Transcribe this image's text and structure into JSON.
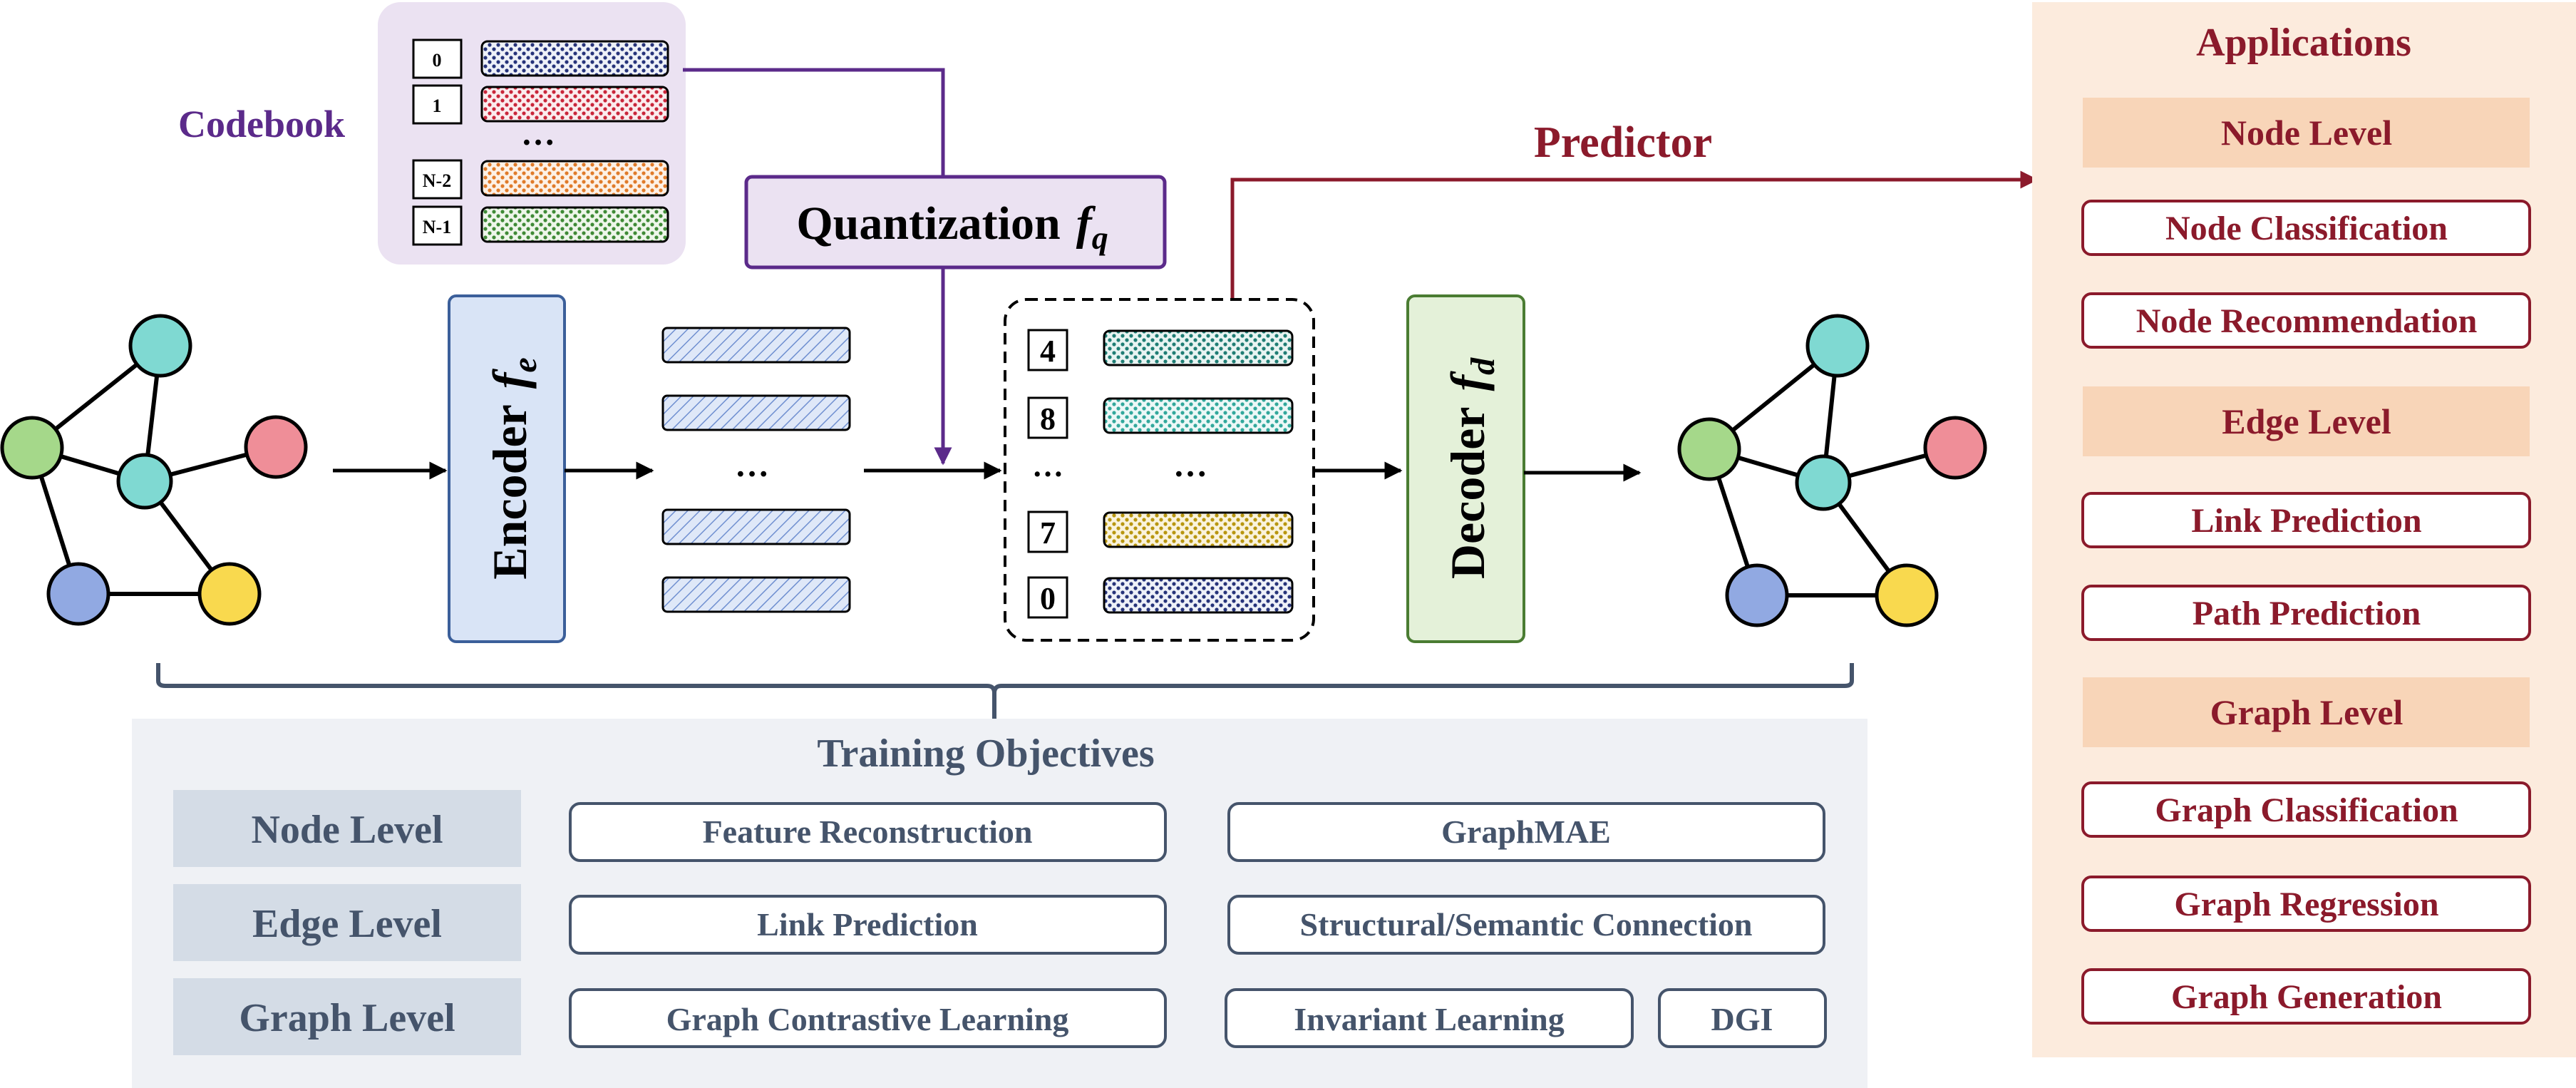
{
  "codebook": {
    "label": "Codebook",
    "rows": [
      "0",
      "1",
      "N-2",
      "N-1"
    ],
    "ellipsis": "…"
  },
  "quantization": {
    "label": "Quantization",
    "symbol": "f",
    "subscript": "q"
  },
  "predictor": {
    "label": "Predictor"
  },
  "encoder": {
    "label": "Encoder",
    "symbol": "f",
    "subscript": "e"
  },
  "decoder": {
    "label": "Decoder",
    "symbol": "f",
    "subscript": "d"
  },
  "embeddings": {
    "ellipsis": "…"
  },
  "quantized": {
    "indices": [
      "4",
      "8",
      "7",
      "0"
    ],
    "index_ellipsis": "…",
    "vector_ellipsis": "…"
  },
  "training": {
    "title": "Training Objectives",
    "rows": [
      {
        "level": "Node Level",
        "items": [
          "Feature Reconstruction",
          "GraphMAE"
        ]
      },
      {
        "level": "Edge Level",
        "items": [
          "Link Prediction",
          "Structural/Semantic Connection"
        ]
      },
      {
        "level": "Graph Level",
        "items": [
          "Graph Contrastive Learning",
          "Invariant Learning",
          "DGI"
        ]
      }
    ]
  },
  "applications": {
    "title": "Applications",
    "groups": [
      {
        "level": "Node Level",
        "items": [
          "Node Classification",
          "Node Recommendation"
        ]
      },
      {
        "level": "Edge Level",
        "items": [
          "Link Prediction",
          "Path Prediction"
        ]
      },
      {
        "level": "Graph Level",
        "items": [
          "Graph Classification",
          "Graph Regression",
          "Graph Generation"
        ]
      }
    ]
  },
  "colors": {
    "purple": "#5b2a8a",
    "dark_red": "#8b1a2b",
    "slate": "#45546b",
    "codebook_bg": "#ebe2f2",
    "encoder_fill": "#d9e4f6",
    "decoder_fill": "#e4f1d9",
    "apps_bg": "#fcebdd",
    "apps_level": "#f8d5b8",
    "training_bg": "#eff1f5",
    "training_level": "#d4dce6",
    "node_teal": "#7fd9d2",
    "node_green": "#a5d88a",
    "node_pink": "#ef8e98",
    "node_blue": "#91a9e2",
    "node_yellow": "#f9d94e"
  }
}
